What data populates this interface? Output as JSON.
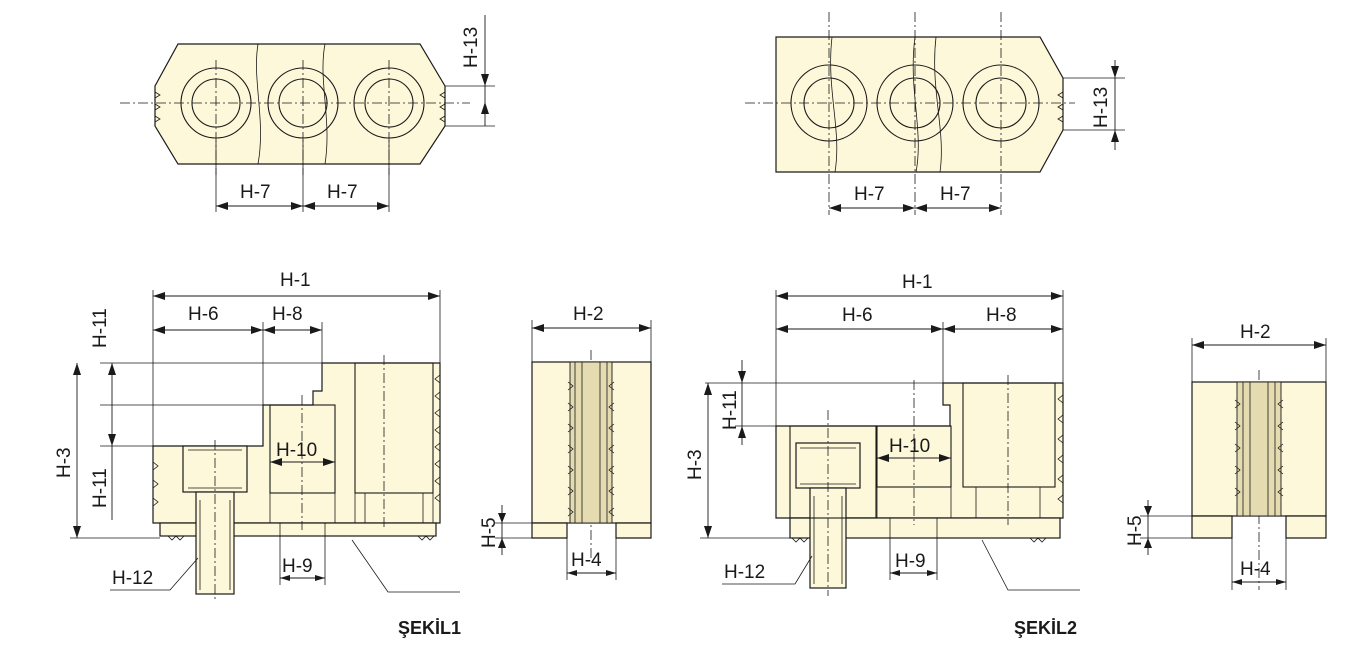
{
  "figures": {
    "figure1_caption": "ŞEKİL1",
    "figure2_caption": "ŞEKİL2"
  },
  "labels": {
    "h1": "H-1",
    "h2": "H-2",
    "h3": "H-3",
    "h4": "H-4",
    "h5": "H-5",
    "h6": "H-6",
    "h7": "H-7",
    "h8": "H-8",
    "h9": "H-9",
    "h10": "H-10",
    "h11": "H-11",
    "h12": "H-12",
    "h13": "H-13"
  },
  "colors": {
    "part_fill": "#fdf8d9",
    "line": "#1a1a1a"
  }
}
